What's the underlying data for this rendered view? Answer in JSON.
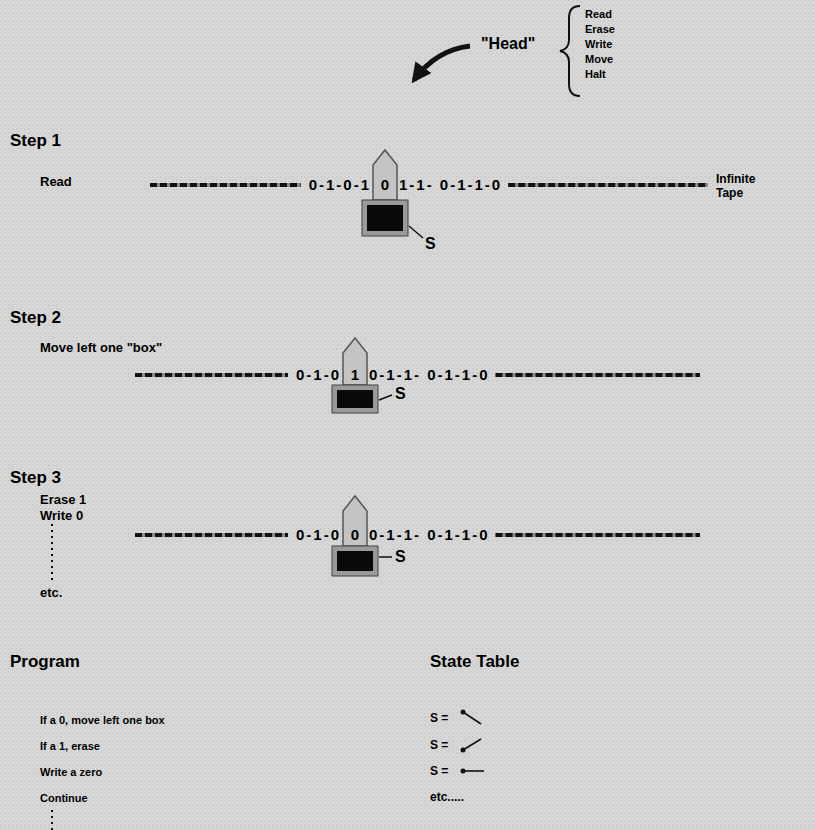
{
  "diagram": {
    "labels": [
      "\"Head\"",
      "Read",
      "Erase",
      "Write",
      "Move",
      "Halt",
      "Step 1",
      "Read",
      "0-1-0-1",
      "0",
      "1-1- 0-1-1-0",
      "Infinite Tape",
      "S",
      "Step 2",
      "Move left one \"box\"",
      "0-1-0",
      "1",
      "0-1-1- 0-1-1-0",
      "S",
      "Step 3",
      "Erase 1",
      "Write 0",
      "etc.",
      "0-1-0",
      "0",
      "0-1-1- 0-1-1-0",
      "S",
      "Program",
      "State Table",
      "If a 0, move left one box",
      "If a 1, erase",
      "Write a zero",
      "Continue",
      "S =",
      "S =",
      "S =",
      "etc....."
    ]
  }
}
